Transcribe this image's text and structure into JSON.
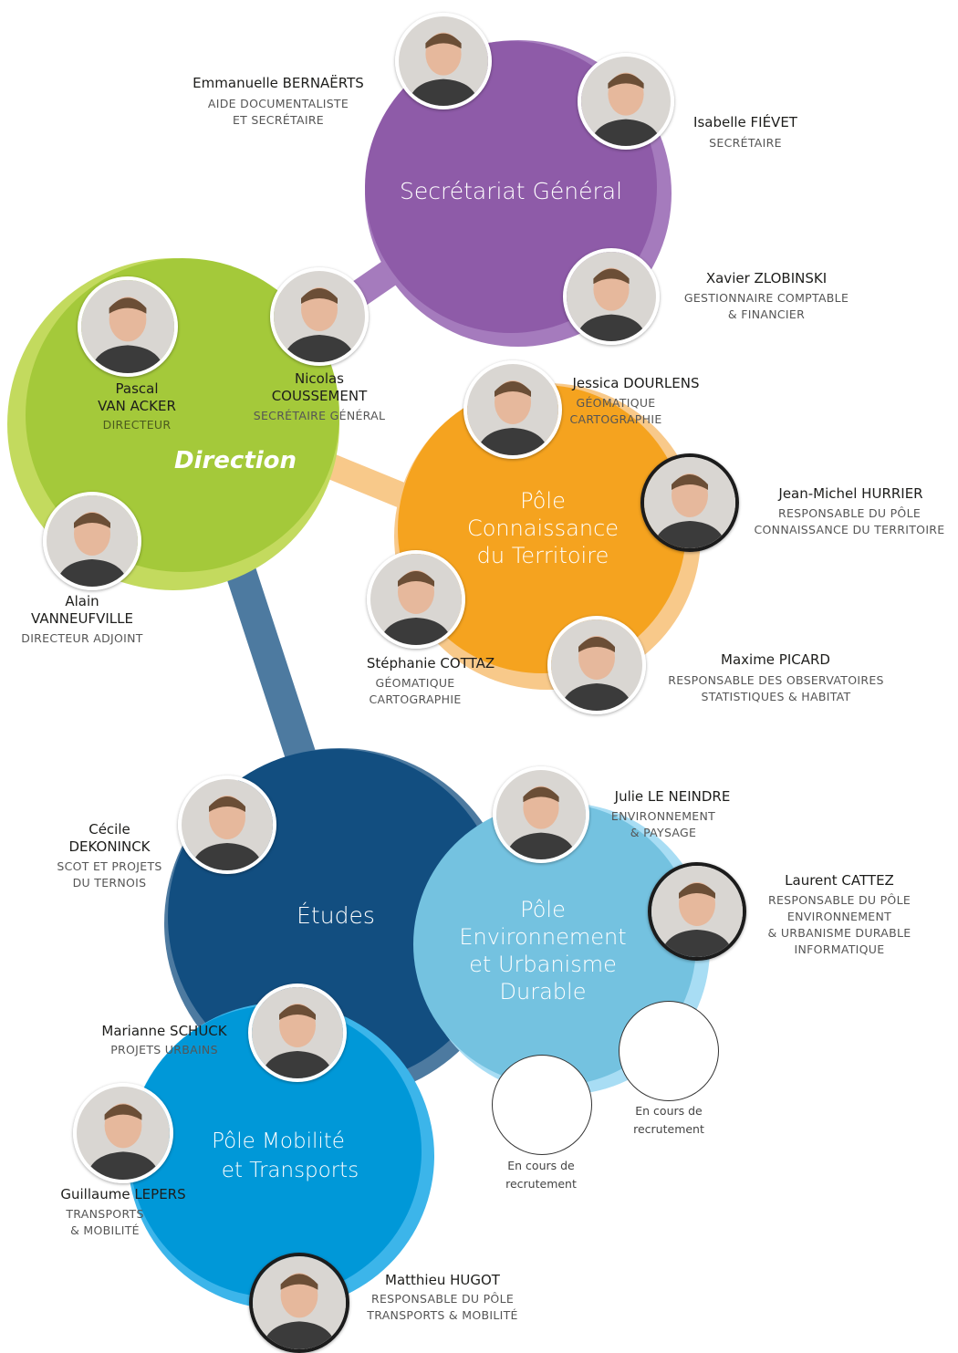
{
  "colors": {
    "purple": "#8e5ba8",
    "purple_light": "#a57bbd",
    "green": "#a4c93a",
    "green_light": "#c3da5e",
    "orange": "#f5a31f",
    "orange_light": "#f8c98a",
    "navy": "#124e80",
    "navy_light": "#4d7aa0",
    "lightblue": "#74c2e0",
    "lightblue_rim": "#a8ddf4",
    "blue": "#0098d8",
    "blue_rim": "#3cb5ea"
  },
  "groups": {
    "secretariat": "Secrétariat Général",
    "direction": "Direction",
    "connaissance": [
      "Pôle",
      "Connaissance",
      "du Territoire"
    ],
    "etudes": "Études",
    "environnement": [
      "Pôle",
      "Environnement",
      "et Urbanisme",
      "Durable"
    ],
    "mobilite": [
      "Pôle Mobilité",
      "et Transports"
    ]
  },
  "people": {
    "bernaerts": {
      "name": "Emmanuelle BERNAËRTS",
      "role": [
        "AIDE DOCUMENTALISTE",
        "ET SECRÉTAIRE"
      ]
    },
    "fievet": {
      "name": "Isabelle FIÉVET",
      "role": [
        "SECRÉTAIRE"
      ]
    },
    "zlobinski": {
      "name": "Xavier ZLOBINSKI",
      "role": [
        "GESTIONNAIRE COMPTABLE",
        "& FINANCIER"
      ]
    },
    "vanacker": {
      "name": [
        "Pascal",
        "VAN ACKER"
      ],
      "role": [
        "DIRECTEUR"
      ]
    },
    "coussement": {
      "name": [
        "Nicolas",
        "COUSSEMENT"
      ],
      "role": [
        "SECRÉTAIRE GÉNÉRAL"
      ]
    },
    "vanneufville": {
      "name": [
        "Alain",
        "VANNEUFVILLE"
      ],
      "role": [
        "DIRECTEUR ADJOINT"
      ]
    },
    "dourlens": {
      "name": "Jessica DOURLENS",
      "role": [
        "GÉOMATIQUE",
        "CARTOGRAPHIE"
      ]
    },
    "hurrier": {
      "name": "Jean-Michel HURRIER",
      "role": [
        "RESPONSABLE DU PÔLE",
        "CONNAISSANCE DU TERRITOIRE"
      ]
    },
    "cottaz": {
      "name": "Stéphanie COTTAZ",
      "role": [
        "GÉOMATIQUE",
        "CARTOGRAPHIE"
      ]
    },
    "picard": {
      "name": "Maxime PICARD",
      "role": [
        "RESPONSABLE DES OBSERVATOIRES",
        "STATISTIQUES & HABITAT"
      ]
    },
    "dekoninck": {
      "name": [
        "Cécile",
        "DEKONINCK"
      ],
      "role": [
        "SCOT ET PROJETS",
        "DU TERNOIS"
      ]
    },
    "leneindre": {
      "name": "Julie LE NEINDRE",
      "role": [
        "ENVIRONNEMENT",
        "& PAYSAGE"
      ]
    },
    "cattez": {
      "name": "Laurent CATTEZ",
      "role": [
        "RESPONSABLE DU PÔLE",
        "ENVIRONNEMENT",
        "& URBANISME DURABLE",
        "INFORMATIQUE"
      ]
    },
    "schuck": {
      "name": "Marianne SCHUCK",
      "role": [
        "PROJETS URBAINS"
      ]
    },
    "lepers": {
      "name": "Guillaume LEPERS",
      "role": [
        "TRANSPORTS",
        "& MOBILITÉ"
      ]
    },
    "hugot": {
      "name": "Matthieu HUGOT",
      "role": [
        "RESPONSABLE DU PÔLE",
        "TRANSPORTS & MOBILITÉ"
      ]
    }
  },
  "vacancies": [
    [
      "En cours de",
      "recrutement"
    ],
    [
      "En cours de",
      "recrutement"
    ]
  ]
}
